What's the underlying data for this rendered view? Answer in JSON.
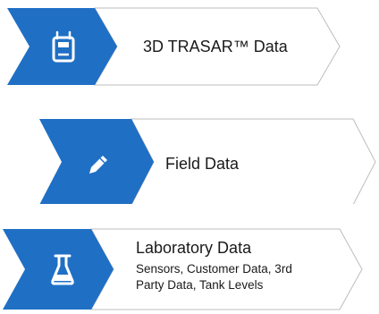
{
  "colors": {
    "accent": "#1f6fc5",
    "outline": "#bdbdbd",
    "icon": "#ffffff"
  },
  "items": [
    {
      "title": "3D TRASAR™ Data",
      "icon": "device-icon"
    },
    {
      "title": "Field Data",
      "icon": "pencil-icon"
    },
    {
      "title": "Laboratory Data",
      "subtitle": "Sensors, Customer Data, 3rd Party Data, Tank Levels",
      "icon": "flask-icon"
    }
  ]
}
